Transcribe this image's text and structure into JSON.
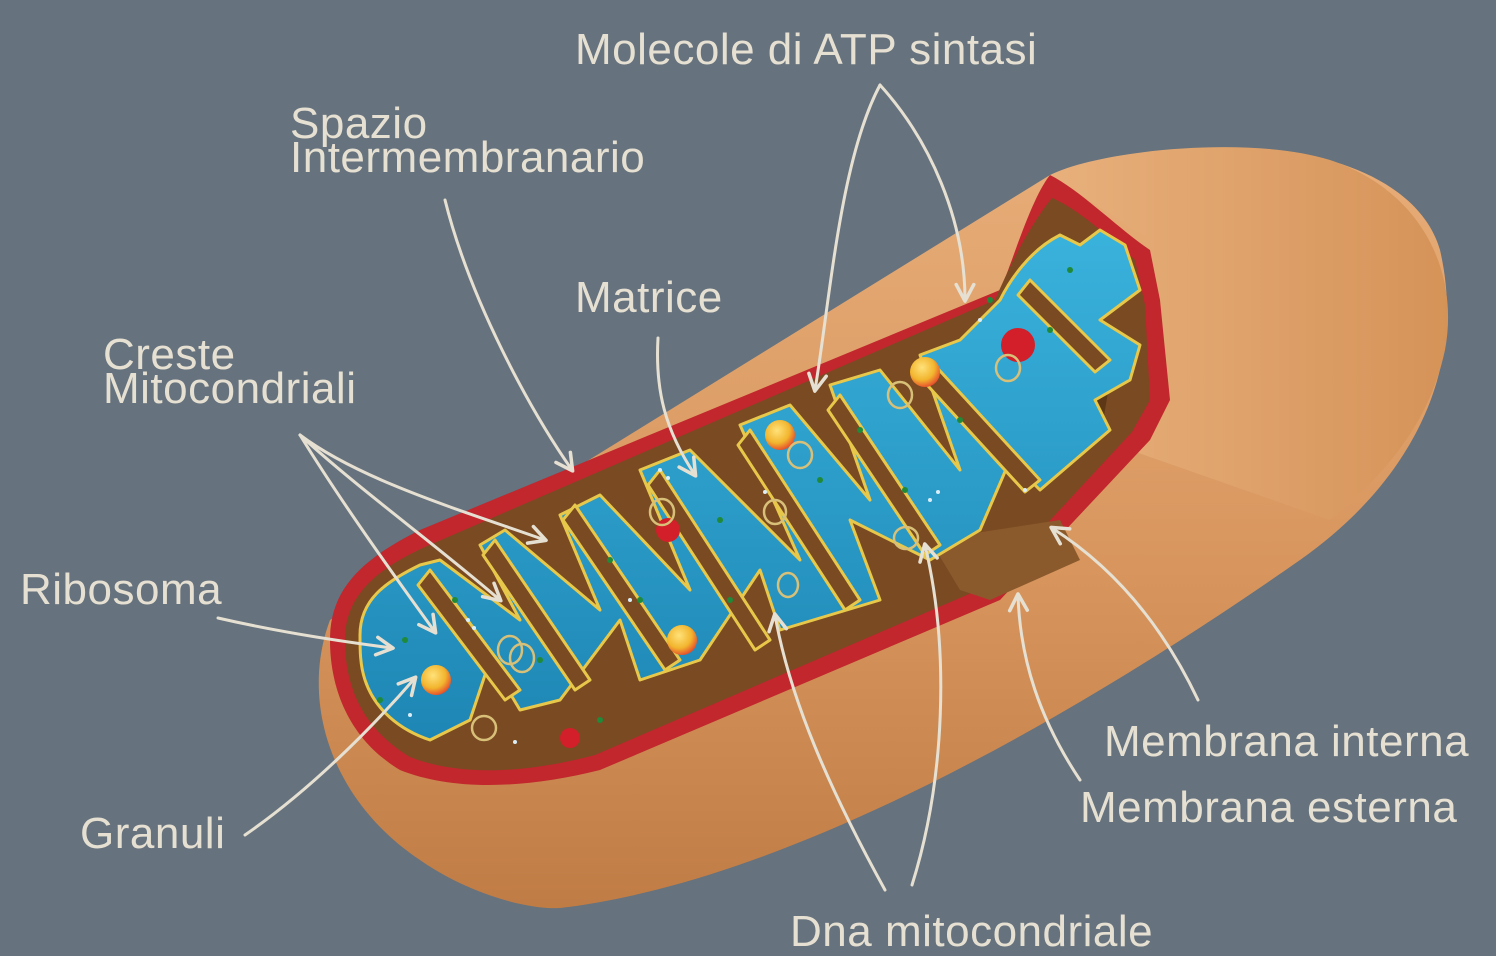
{
  "labels": {
    "atp": "Molecole di ATP sintasi",
    "spazio_line1": "Spazio",
    "spazio_line2": "Intermembranario",
    "matrice": "Matrice",
    "creste_line1": "Creste",
    "creste_line2": "Mitocondriali",
    "ribosoma": "Ribosoma",
    "granuli": "Granuli",
    "membrana_interna": "Membrana interna",
    "membrana_esterna": "Membrana esterna",
    "dna": "Dna mitocondriale"
  },
  "colors": {
    "background": "#66727d",
    "label_text": "#e6e0d2",
    "outer_membrane": "#d9955c",
    "outer_membrane_cut": "#c1272d",
    "intermembrane_space": "#7a4a22",
    "inner_membrane": "#e8c84a",
    "matrix": "#2b9cc7",
    "ribosome": "#1f8a3a",
    "granule": "#f5c33b",
    "dna": "#d8c078"
  }
}
